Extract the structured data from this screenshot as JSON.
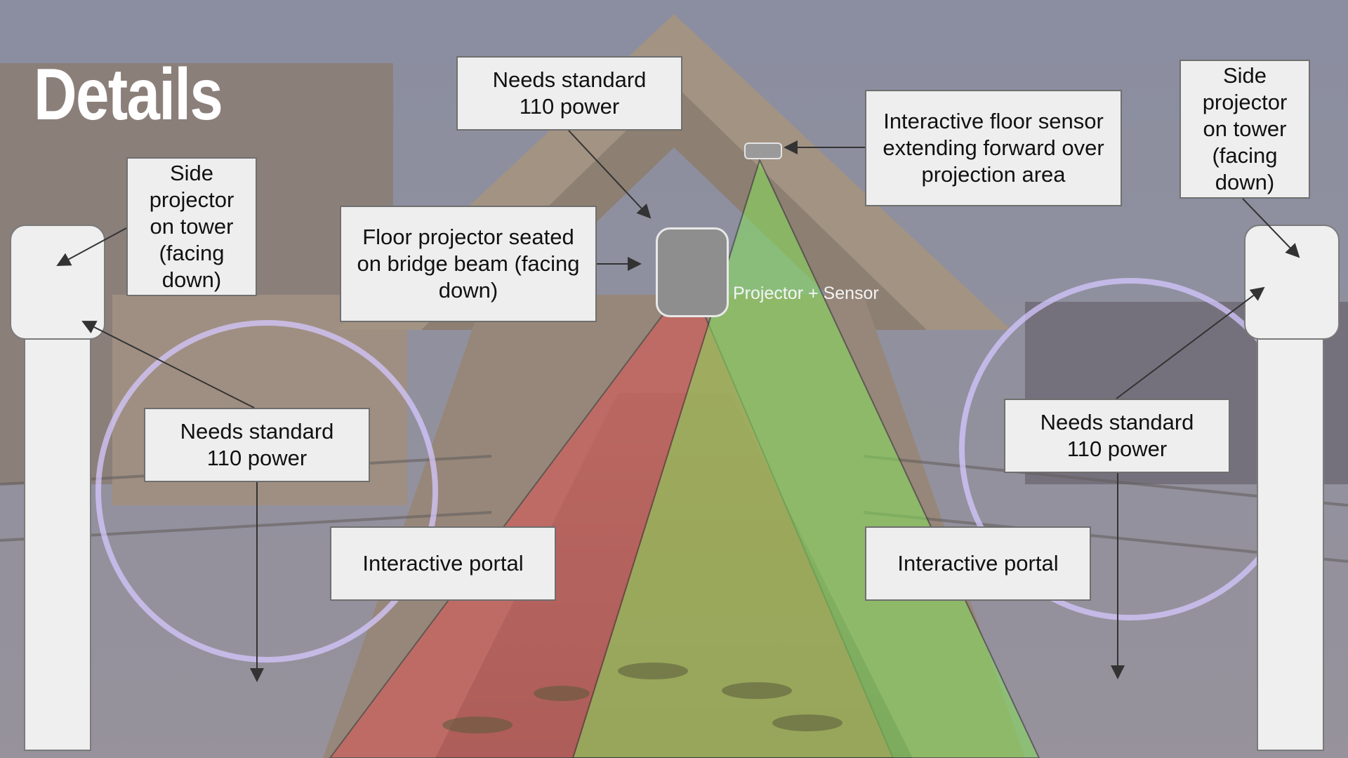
{
  "slide": {
    "title": "Details",
    "colors": {
      "red_beam": "#e05555",
      "green_beam": "#86e25c",
      "callout_bg": "#eeeeee",
      "tower": "#efefef"
    }
  },
  "labels": {
    "power_top": "Needs standard\n110 power",
    "sensor": "Interactive floor sensor\nextending forward over\nprojection area",
    "side_projector_left": "Side\nprojector\non tower\n(facing\ndown)",
    "side_projector_right": "Side\nprojector\non tower\n(facing\ndown)",
    "floor_projector": "Floor projector seated\non bridge beam (facing\ndown)",
    "power_left": "Needs standard\n110 power",
    "power_right": "Needs standard\n110 power",
    "portal_left": "Interactive portal",
    "portal_right": "Interactive portal",
    "projector_sensor": "Projector + Sensor"
  }
}
